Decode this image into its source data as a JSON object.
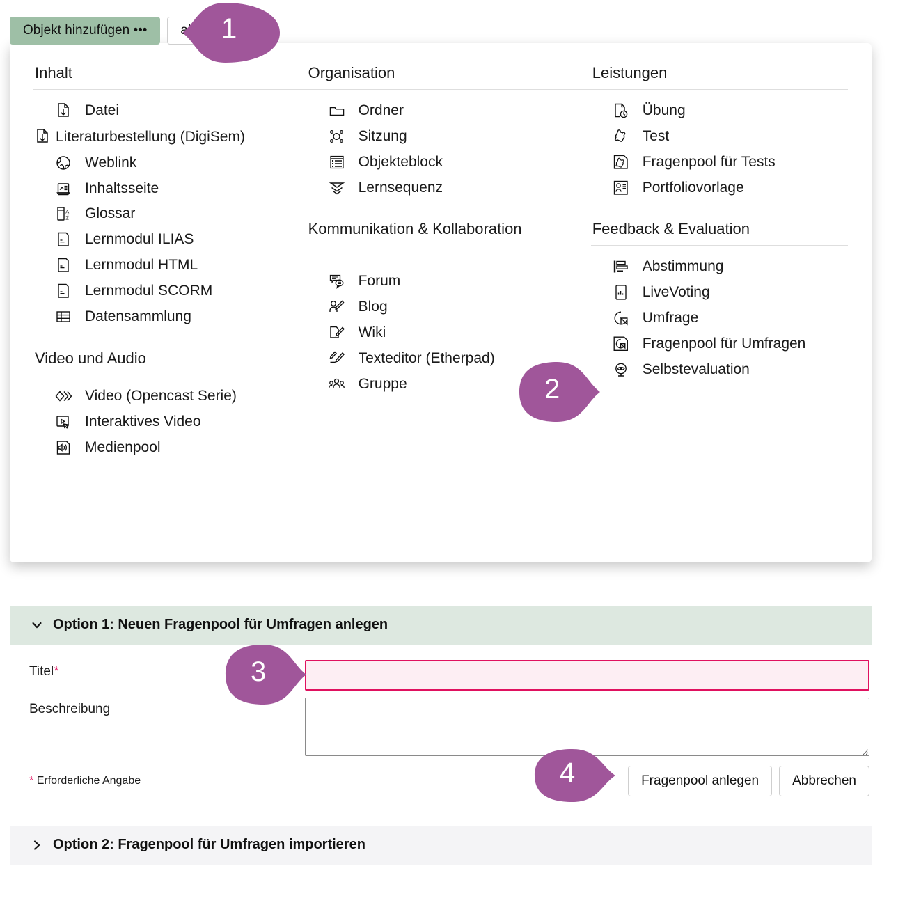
{
  "toolbar": {
    "add_object_label": "Objekt hinzufügen •••",
    "partial_button_label": "alten"
  },
  "colors": {
    "accent_green": "#9ebfa6",
    "marker_purple": "#a0569a",
    "required_pink": "#e0115f",
    "panel_header_green": "#dde8e0",
    "collapsed_header_gray": "#f4f4f6"
  },
  "dropdown": {
    "columns": [
      {
        "groups": [
          {
            "title": "Inhalt",
            "items": [
              {
                "label": "Datei",
                "icon": "file-download-icon"
              },
              {
                "label": "Literaturbestellung (DigiSem)",
                "icon": "file-download-icon",
                "wrap": true
              },
              {
                "label": "Weblink",
                "icon": "globe-icon"
              },
              {
                "label": "Inhaltsseite",
                "icon": "content-page-icon"
              },
              {
                "label": "Glossar",
                "icon": "glossary-az-icon"
              },
              {
                "label": "Lernmodul ILIAS",
                "icon": "learning-module-icon"
              },
              {
                "label": "Lernmodul HTML",
                "icon": "learning-module-icon"
              },
              {
                "label": "Lernmodul SCORM",
                "icon": "learning-module-icon"
              },
              {
                "label": "Datensammlung",
                "icon": "table-grid-icon"
              }
            ]
          },
          {
            "title": "Video und Audio",
            "items": [
              {
                "label": "Video (Opencast Serie)",
                "icon": "video-series-icon"
              },
              {
                "label": "Interaktives Video",
                "icon": "interactive-video-icon"
              },
              {
                "label": "Medienpool",
                "icon": "media-pool-icon"
              }
            ]
          }
        ]
      },
      {
        "groups": [
          {
            "title": "Organisation",
            "items": [
              {
                "label": "Ordner",
                "icon": "folder-icon"
              },
              {
                "label": "Sitzung",
                "icon": "session-icon"
              },
              {
                "label": "Objekteblock",
                "icon": "object-block-icon"
              },
              {
                "label": "Lernsequenz",
                "icon": "learning-sequence-icon"
              }
            ]
          },
          {
            "title": "Kommunikation & Kollaboration",
            "items": [
              {
                "label": "Forum",
                "icon": "forum-icon"
              },
              {
                "label": "Blog",
                "icon": "blog-icon"
              },
              {
                "label": "Wiki",
                "icon": "wiki-icon"
              },
              {
                "label": "Texteditor (Etherpad)",
                "icon": "etherpad-icon"
              },
              {
                "label": "Gruppe",
                "icon": "group-icon"
              }
            ]
          }
        ]
      },
      {
        "groups": [
          {
            "title": "Leistungen",
            "items": [
              {
                "label": "Übung",
                "icon": "exercise-clock-icon"
              },
              {
                "label": "Test",
                "icon": "puzzle-icon"
              },
              {
                "label": "Fragenpool für Tests",
                "icon": "question-pool-test-icon"
              },
              {
                "label": "Portfoliovorlage",
                "icon": "portfolio-template-icon"
              }
            ]
          },
          {
            "title": "Feedback & Evaluation",
            "items": [
              {
                "label": "Abstimmung",
                "icon": "poll-bars-icon"
              },
              {
                "label": "LiveVoting",
                "icon": "livevoting-icon"
              },
              {
                "label": "Umfrage",
                "icon": "survey-pie-icon"
              },
              {
                "label": "Fragenpool für Umfragen",
                "icon": "question-pool-survey-icon"
              },
              {
                "label": "Selbstevaluation",
                "icon": "self-evaluation-eye-icon"
              }
            ]
          }
        ]
      }
    ]
  },
  "form": {
    "option1": {
      "header": "Option 1: Neuen Fragenpool für Umfragen anlegen",
      "expanded": true,
      "title_label": "Titel",
      "title_required_marker": "*",
      "title_value": "",
      "title_placeholder": "",
      "description_label": "Beschreibung",
      "description_value": "",
      "description_placeholder": "",
      "required_hint": "Erforderliche Angabe",
      "required_hint_marker": "*",
      "submit_label": "Fragenpool anlegen",
      "cancel_label": "Abbrechen"
    },
    "option2": {
      "header": "Option 2: Fragenpool für Umfragen importieren",
      "expanded": false
    }
  },
  "markers": [
    {
      "number": "1",
      "direction": "left",
      "target": "objekt-hinzufuegen-button"
    },
    {
      "number": "2",
      "direction": "right",
      "target": "fragenpool-fuer-umfragen-item"
    },
    {
      "number": "3",
      "direction": "right",
      "target": "titel-input"
    },
    {
      "number": "4",
      "direction": "right",
      "target": "fragenpool-anlegen-button"
    }
  ]
}
